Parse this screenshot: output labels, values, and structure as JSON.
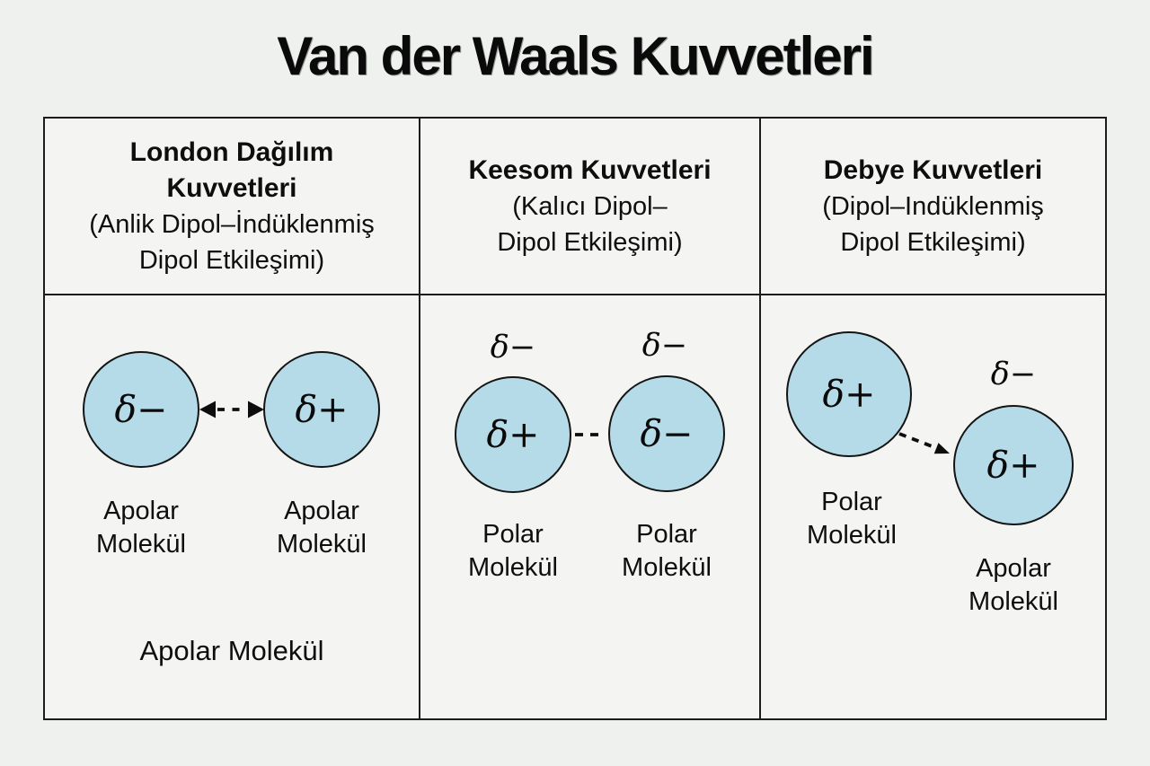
{
  "title": "Van der Waals Kuvvetleri",
  "colors": {
    "background": "#eff1ee",
    "cell_background": "#f4f5f3",
    "table_border": "#1c1c1c",
    "circle_fill": "#b5dbe9",
    "circle_border": "#141414",
    "text": "#0e0e0e"
  },
  "columns": [
    {
      "name": "london",
      "title_line1": "London Dağılım",
      "title_line2": "Kuvvetleri",
      "subtitle_line1": "(Anlik Dipol–İndüklenmiş",
      "subtitle_line2": "Dipol Etkileşimi)",
      "bond_icon": "double-headed-dashed-arrow",
      "molecules": [
        {
          "charge": "δ−",
          "label": "Apolar Molekül"
        },
        {
          "charge": "δ+",
          "label": "Apolar Molekül"
        }
      ],
      "footer": "Apolar Molekül"
    },
    {
      "name": "keesom",
      "title_line1": "Keesom Kuvvetleri",
      "subtitle_line1": "(Kalıcı Dipol–",
      "subtitle_line2": "Dipol Etkileşimi)",
      "bond_icon": "dashed-bond",
      "molecules": [
        {
          "charge": "δ+",
          "top_charge": "δ−",
          "label": "Polar Molekül"
        },
        {
          "charge": "δ−",
          "top_charge": "δ−",
          "label": "Polar Molekül"
        }
      ]
    },
    {
      "name": "debye",
      "title_line1": "Debye Kuvvetleri",
      "subtitle_line1": "(Dipol–Indüklenmiş",
      "subtitle_line2": "Dipol Etkileşimi)",
      "bond_icon": "dashed-induction-arrow",
      "molecules": [
        {
          "charge": "δ+",
          "label": "Polar Molekül"
        },
        {
          "charge": "δ+",
          "top_charge": "δ−",
          "label": "Apolar Molekül"
        }
      ]
    }
  ]
}
